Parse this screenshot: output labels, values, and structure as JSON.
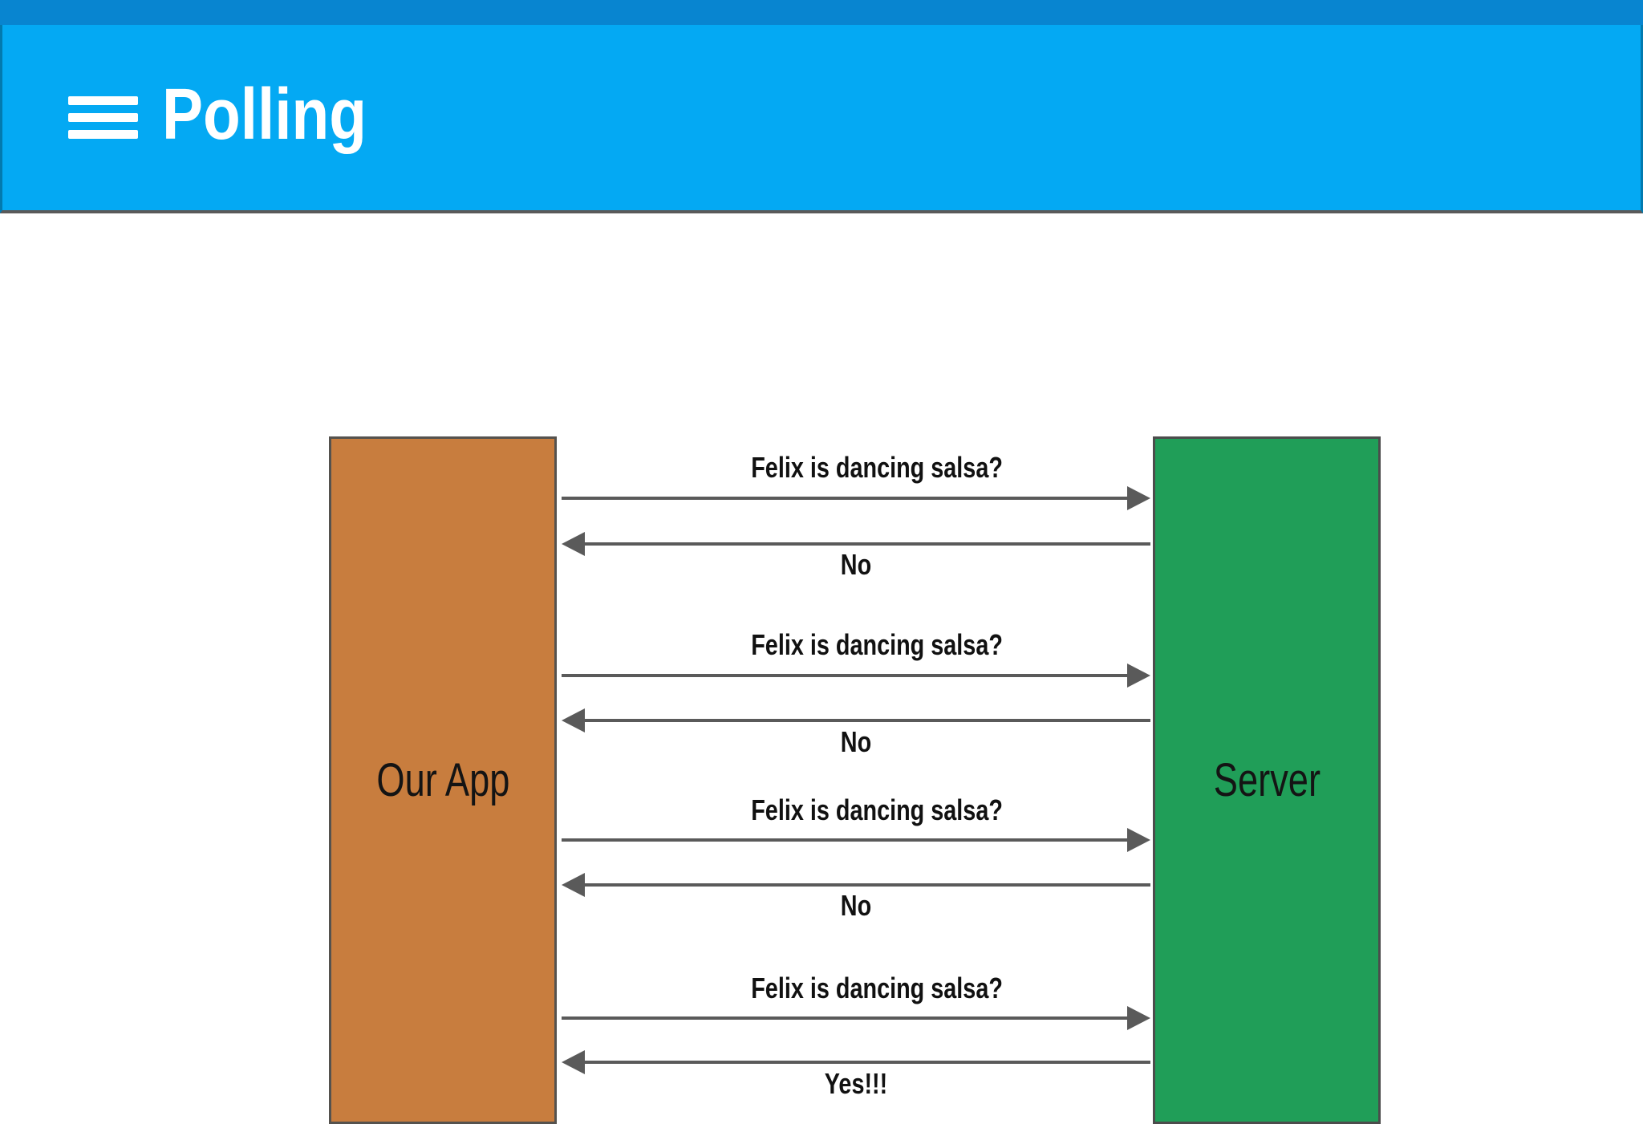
{
  "header": {
    "title": "Polling",
    "menu_icon": "hamburger-menu-icon"
  },
  "colors": {
    "top_strip_blue": "#0885d0",
    "header_blue": "#04a9f3",
    "app_box_orange": "#c87d3e",
    "server_box_green": "#209e58",
    "arrow_gray": "#5a5a5a",
    "title_text": "#ffffff",
    "message_text": "#111111"
  },
  "diagram": {
    "actors": [
      {
        "id": "app",
        "label": "Our App",
        "color": "#c87d3e"
      },
      {
        "id": "server",
        "label": "Server",
        "color": "#209e58"
      }
    ],
    "exchanges": [
      {
        "request": "Felix is dancing salsa?",
        "response": "No"
      },
      {
        "request": "Felix is dancing salsa?",
        "response": "No"
      },
      {
        "request": "Felix is dancing salsa?",
        "response": "No"
      },
      {
        "request": "Felix is dancing salsa?",
        "response": "Yes!!!"
      }
    ]
  }
}
